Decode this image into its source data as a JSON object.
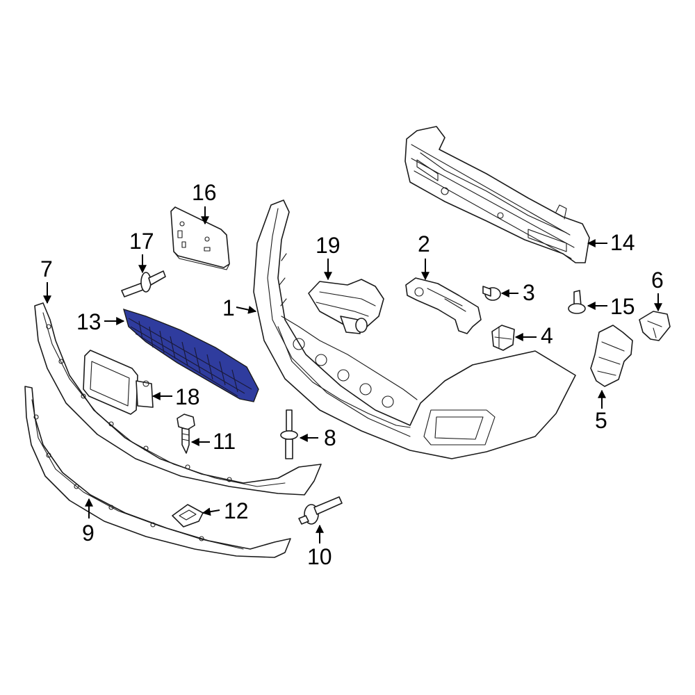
{
  "highlight_color": "#2f3c9e",
  "callouts": [
    {
      "id": "1",
      "label": "1"
    },
    {
      "id": "2",
      "label": "2"
    },
    {
      "id": "3",
      "label": "3"
    },
    {
      "id": "4",
      "label": "4"
    },
    {
      "id": "5",
      "label": "5"
    },
    {
      "id": "6",
      "label": "6"
    },
    {
      "id": "7",
      "label": "7"
    },
    {
      "id": "8",
      "label": "8"
    },
    {
      "id": "9",
      "label": "9"
    },
    {
      "id": "10",
      "label": "10"
    },
    {
      "id": "11",
      "label": "11"
    },
    {
      "id": "12",
      "label": "12"
    },
    {
      "id": "13",
      "label": "13"
    },
    {
      "id": "14",
      "label": "14"
    },
    {
      "id": "15",
      "label": "15"
    },
    {
      "id": "16",
      "label": "16"
    },
    {
      "id": "17",
      "label": "17"
    },
    {
      "id": "18",
      "label": "18"
    },
    {
      "id": "19",
      "label": "19"
    }
  ]
}
